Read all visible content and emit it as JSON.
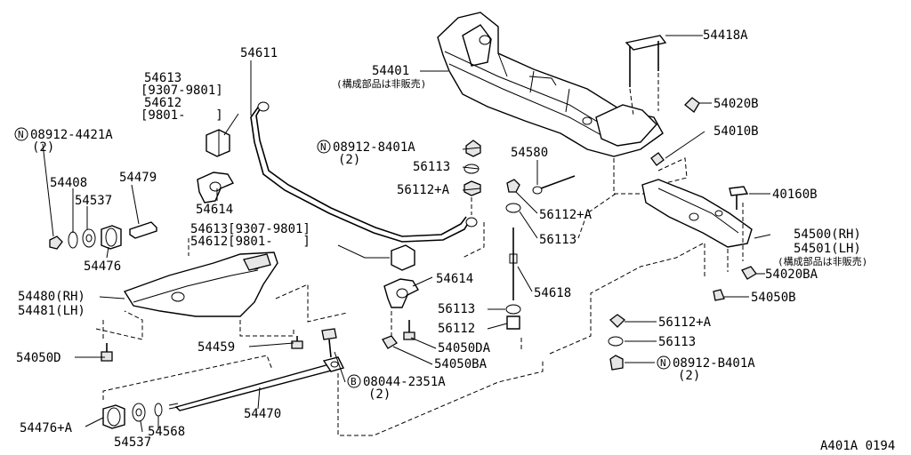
{
  "labels": [
    {
      "id": "54611",
      "text": "54611"
    },
    {
      "id": "54613a",
      "text": "54613"
    },
    {
      "id": "range9307a",
      "text": "[9307-9801]"
    },
    {
      "id": "54612a",
      "text": "54612"
    },
    {
      "id": "range9801a",
      "text": "[9801-    ]"
    },
    {
      "id": "08912-4421a",
      "text": "08912-4421A"
    },
    {
      "id": "qty2a",
      "text": "(2)"
    },
    {
      "id": "54408",
      "text": "54408"
    },
    {
      "id": "54537a",
      "text": "54537"
    },
    {
      "id": "54479",
      "text": "54479"
    },
    {
      "id": "54476",
      "text": "54476"
    },
    {
      "id": "54614a",
      "text": "54614"
    },
    {
      "id": "54613b",
      "text": "54613[9307-9801]"
    },
    {
      "id": "54612b",
      "text": "54612[9801-    ]"
    },
    {
      "id": "54480",
      "text": "54480(RH)"
    },
    {
      "id": "54481",
      "text": "54481(LH)"
    },
    {
      "id": "54050d",
      "text": "54050D"
    },
    {
      "id": "54459",
      "text": "54459"
    },
    {
      "id": "54614b",
      "text": "54614"
    },
    {
      "id": "54050da",
      "text": "54050DA"
    },
    {
      "id": "54050ba",
      "text": "54050BA"
    },
    {
      "id": "08044-2351a",
      "text": "08044-2351A"
    },
    {
      "id": "qty2b",
      "text": "(2)"
    },
    {
      "id": "54470",
      "text": "54470"
    },
    {
      "id": "54476a",
      "text": "54476+A"
    },
    {
      "id": "54537b",
      "text": "54537"
    },
    {
      "id": "54568",
      "text": "54568"
    },
    {
      "id": "54401",
      "text": "54401"
    },
    {
      "id": "note1",
      "text": "(構成部品は非販売)"
    },
    {
      "id": "08912-8401a",
      "text": "08912-8401A"
    },
    {
      "id": "qty2c",
      "text": "(2)"
    },
    {
      "id": "56113a",
      "text": "56113"
    },
    {
      "id": "56112a",
      "text": "56112+A"
    },
    {
      "id": "54580",
      "text": "54580"
    },
    {
      "id": "56112b",
      "text": "56112+A"
    },
    {
      "id": "56113b",
      "text": "56113"
    },
    {
      "id": "54618",
      "text": "54618"
    },
    {
      "id": "56113c",
      "text": "56113"
    },
    {
      "id": "56112c",
      "text": "56112"
    },
    {
      "id": "54418a",
      "text": "54418A"
    },
    {
      "id": "54020b",
      "text": "54020B"
    },
    {
      "id": "54010b",
      "text": "54010B"
    },
    {
      "id": "40160b",
      "text": "40160B"
    },
    {
      "id": "54500",
      "text": "54500(RH)"
    },
    {
      "id": "54501",
      "text": "54501(LH)"
    },
    {
      "id": "note2",
      "text": "(構成部品は非販売)"
    },
    {
      "id": "54020ba",
      "text": "54020BA"
    },
    {
      "id": "54050b",
      "text": "54050B"
    },
    {
      "id": "56112d",
      "text": "56112+A"
    },
    {
      "id": "56113d",
      "text": "56113"
    },
    {
      "id": "08912-b401a",
      "text": "08912-B401A"
    },
    {
      "id": "qty2d",
      "text": "(2)"
    },
    {
      "id": "ref",
      "text": "A401A 0194"
    }
  ],
  "markers": {
    "n": "N",
    "b": "B"
  }
}
